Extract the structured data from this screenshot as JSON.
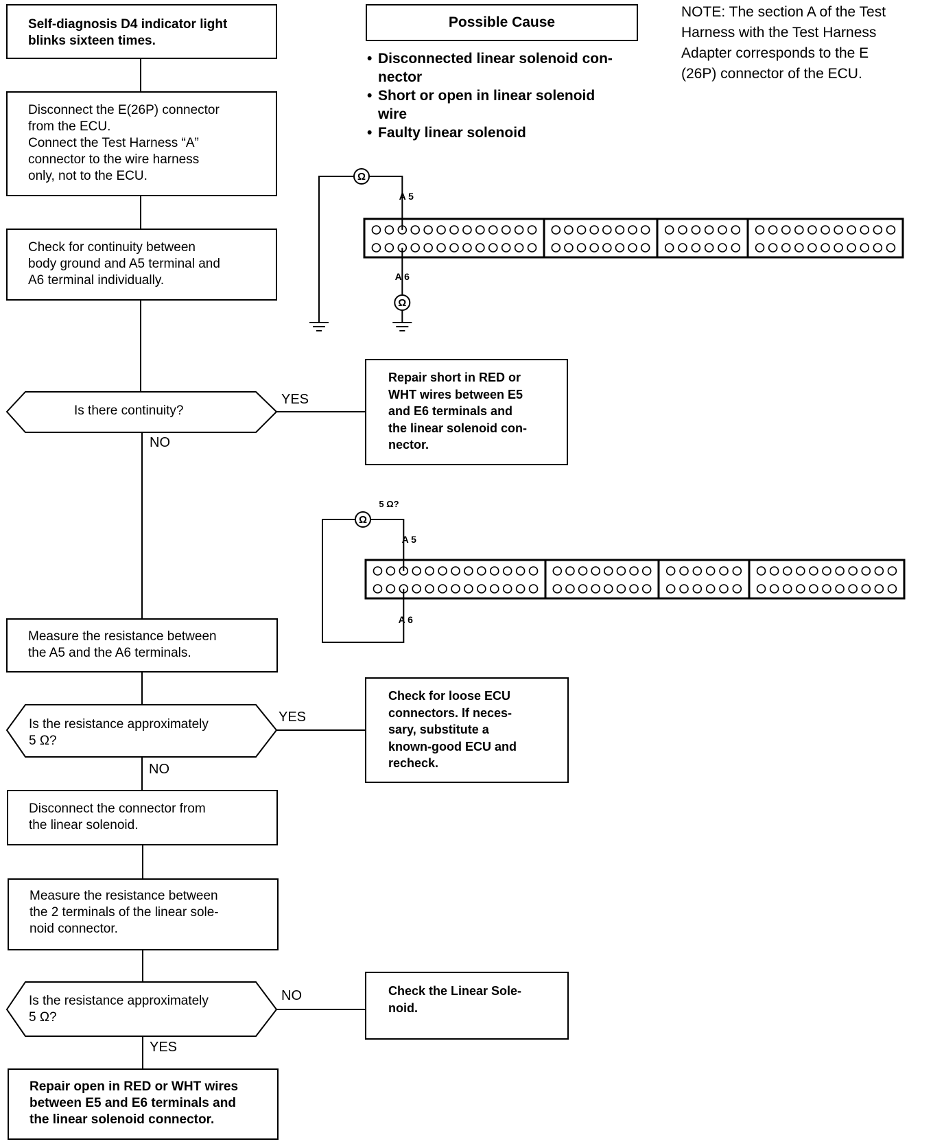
{
  "flow": {
    "start": [
      "Self-diagnosis D4 indicator light",
      "blinks sixteen times."
    ],
    "step_disconnect_e26p": [
      "Disconnect the E(26P) connector",
      "from the ECU.",
      "Connect the Test Harness “A”",
      "connector to the wire harness",
      "only, not to the ECU."
    ],
    "step_check_continuity": [
      "Check for continuity between",
      "body ground and A5 terminal and",
      "A6 terminal individually."
    ],
    "q_continuity": "Is there continuity?",
    "step_measure_a5_a6": [
      "Measure the resistance between",
      "the A5 and the A6 terminals."
    ],
    "q_resistance_1": [
      "Is the resistance approximately",
      "5 Ω?"
    ],
    "step_disconnect_solenoid": [
      "Disconnect the connector from",
      "the linear solenoid."
    ],
    "step_measure_solenoid": [
      "Measure the resistance between",
      "the 2 terminals of the linear sole-",
      "noid connector."
    ],
    "q_resistance_2": [
      "Is the resistance approximately",
      "5 Ω?"
    ],
    "end_repair_open": [
      "Repair open in RED or WHT wires",
      "between E5 and E6 terminals and",
      "the linear solenoid connector."
    ],
    "side_repair_short": [
      "Repair short in RED or",
      "WHT wires between E5",
      "and E6 terminals and",
      "the linear solenoid con-",
      "nector."
    ],
    "side_check_ecu": [
      "Check for loose ECU",
      "connectors. If neces-",
      "sary, substitute a",
      "known-good ECU and",
      "recheck."
    ],
    "side_check_solenoid": [
      "Check the Linear Sole-",
      "noid."
    ]
  },
  "labels": {
    "yes": "YES",
    "no": "NO"
  },
  "possible_cause": {
    "title": "Possible Cause",
    "items": [
      [
        "Disconnected linear solenoid con-",
        "nector"
      ],
      [
        "Short or open in linear solenoid",
        "wire"
      ],
      [
        "Faulty linear solenoid"
      ]
    ]
  },
  "note": [
    "NOTE: The section A of the Test",
    "Harness with the Test Harness",
    "Adapter corresponds to the E",
    "(26P) connector of the ECU."
  ],
  "diagram": {
    "ohm_symbol": "Ω",
    "terminal_a5": "A 5",
    "terminal_a6": "A 6",
    "resistance_label": "5 Ω?",
    "connector_sections": [
      [
        13,
        13
      ],
      [
        8,
        8
      ],
      [
        6,
        6
      ],
      [
        11,
        11
      ]
    ]
  }
}
